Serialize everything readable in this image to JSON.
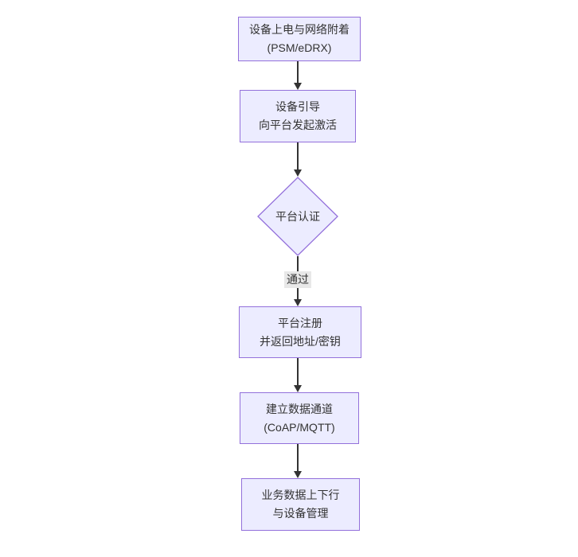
{
  "diagram": {
    "type": "flowchart",
    "direction": "top-down",
    "background": "#ffffff",
    "colors": {
      "node_fill": "#ECECFF",
      "node_border": "#9370DB",
      "edge_line": "#333333",
      "text": "#333333",
      "edge_label_bg": "#e8e8e8"
    },
    "nodes": [
      {
        "id": "attach",
        "shape": "rect",
        "lines": [
          "设备上电与网络附着",
          "(PSM/eDRX)"
        ]
      },
      {
        "id": "bootstrap",
        "shape": "rect",
        "lines": [
          "设备引导",
          "向平台发起激活"
        ]
      },
      {
        "id": "auth",
        "shape": "diamond",
        "lines": [
          "平台认证"
        ]
      },
      {
        "id": "register",
        "shape": "rect",
        "lines": [
          "平台注册",
          "并返回地址/密钥"
        ]
      },
      {
        "id": "channel",
        "shape": "rect",
        "lines": [
          "建立数据通道",
          "(CoAP/MQTT)"
        ]
      },
      {
        "id": "service",
        "shape": "rect",
        "lines": [
          "业务数据上下行",
          "与设备管理"
        ]
      }
    ],
    "edges": [
      {
        "from": "attach",
        "to": "bootstrap",
        "label": ""
      },
      {
        "from": "bootstrap",
        "to": "auth",
        "label": ""
      },
      {
        "from": "auth",
        "to": "register",
        "label": "通过"
      },
      {
        "from": "register",
        "to": "channel",
        "label": ""
      },
      {
        "from": "channel",
        "to": "service",
        "label": ""
      }
    ]
  }
}
